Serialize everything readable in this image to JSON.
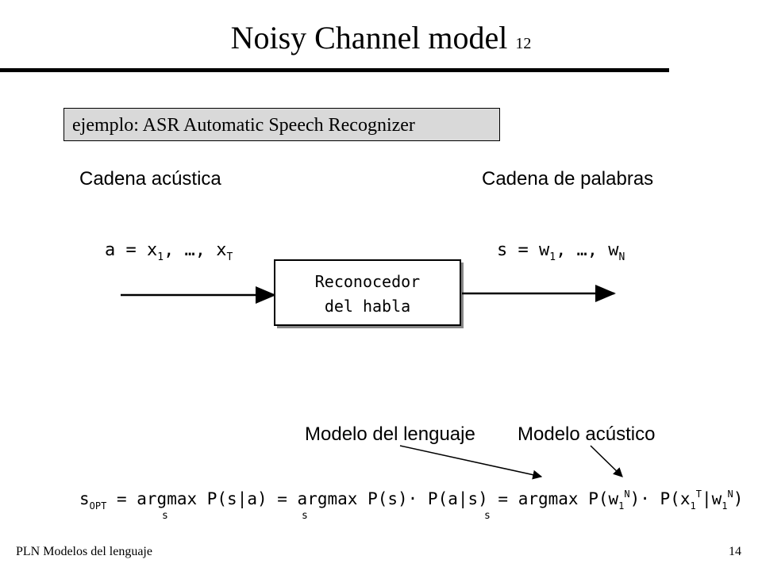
{
  "slide": {
    "title": "Noisy Channel model",
    "title_number": "12",
    "example": "ejemplo: ASR Automatic Speech Recognizer",
    "label_acoustic_chain": "Cadena acústica",
    "label_word_chain": "Cadena de palabras",
    "label_language_model": "Modelo del lenguaje",
    "label_acoustic_model": "Modelo acústico"
  },
  "diagram": {
    "input_expr": "a = x₁, …, x_T",
    "output_expr": "s = w₁, …, w_N",
    "box_line1": "Reconocedor",
    "box_line2": "del habla"
  },
  "formula": "s_OPT = argmax_s P(s|a) = argmax_s P(s)·P(a|s) = argmax_s P(w₁ᴺ)·P(x₁ᵀ|w₁ᴺ)",
  "footer": {
    "left": "PLN  Modelos del lenguaje",
    "page_number": "14"
  }
}
